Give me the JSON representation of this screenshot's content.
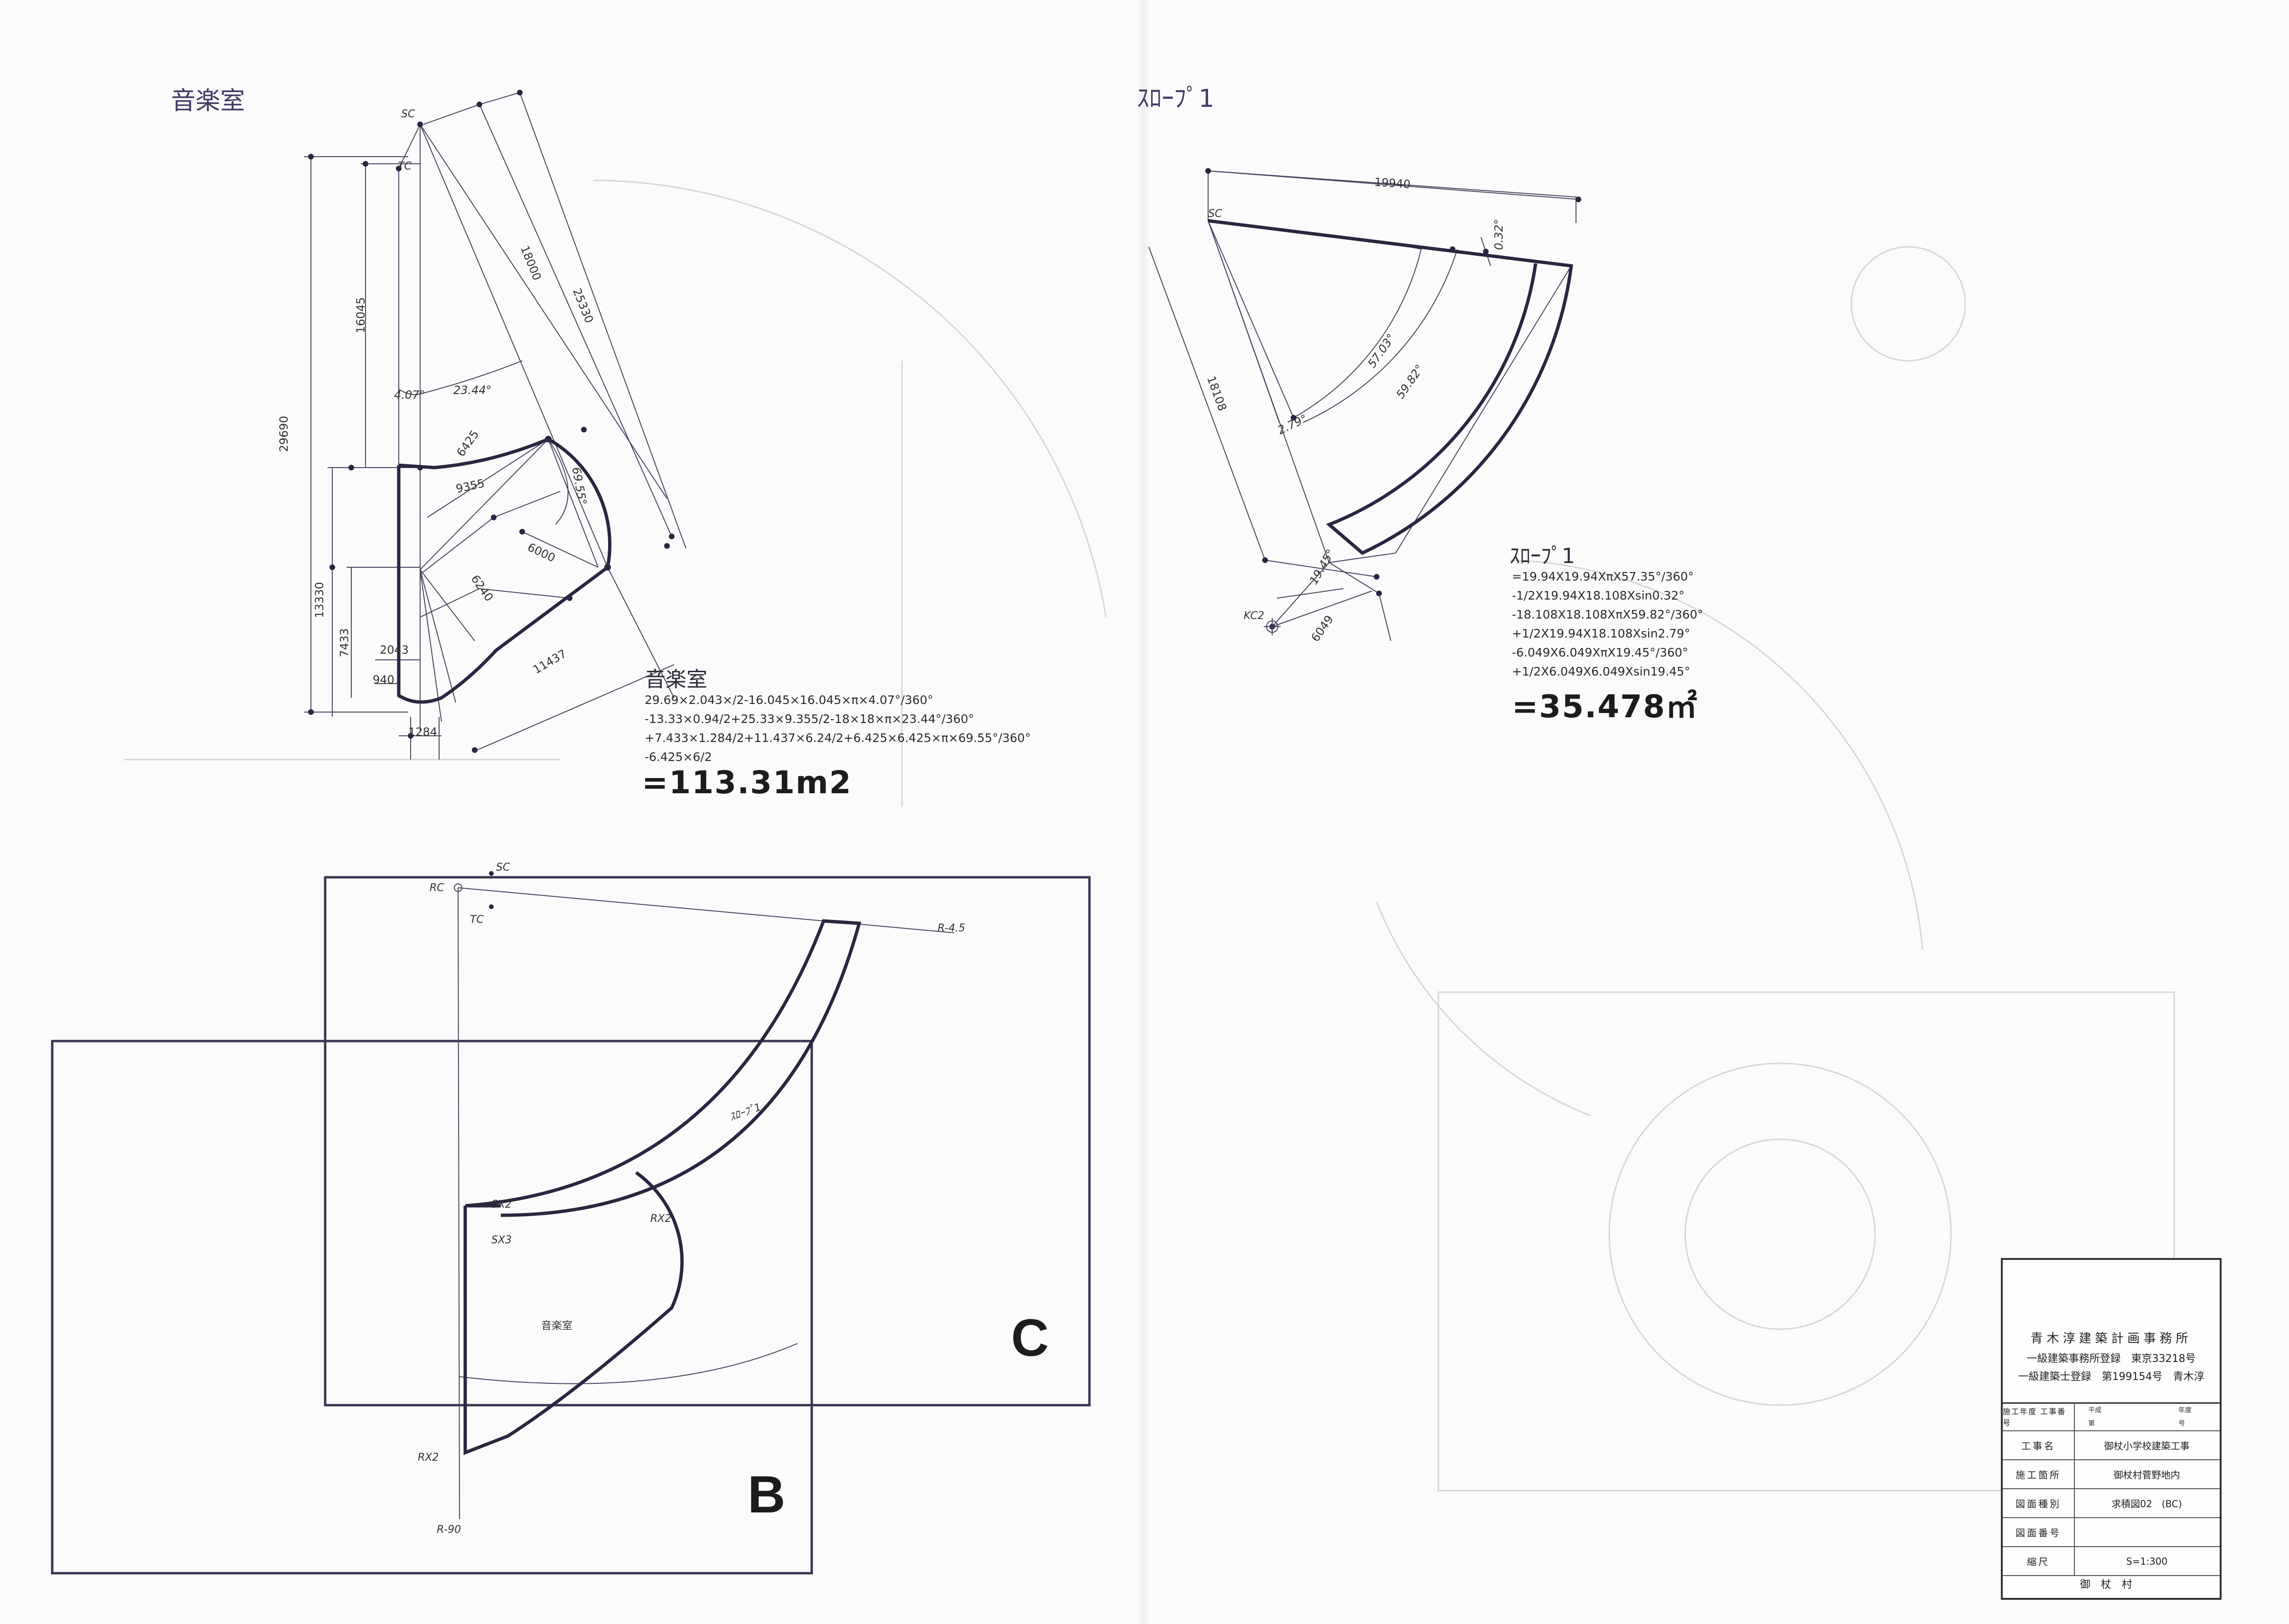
{
  "drawing_labels": {
    "music_room_title": "音楽室",
    "slope_title": "ｽﾛｰﾌﾟ1",
    "music_room_points": {
      "sc": "SC",
      "tc": "TC"
    },
    "music_room_dims": {
      "d29690": "29690",
      "d16045": "16045",
      "d18000": "18000",
      "d25330": "25330",
      "d13330": "13330",
      "d7433": "7433",
      "d2043": "2043",
      "d940": "940",
      "d1284": "1284",
      "d9355": "9355",
      "d6425": "6425",
      "d6000": "6000",
      "d6240": "6240",
      "d11437": "11437",
      "a407": "4.07°",
      "a2344": "23.44°",
      "a6955": "69.55°"
    },
    "slope_points": {
      "sc": "SC",
      "kc2": "KC2"
    },
    "slope_dims": {
      "d19940": "19940",
      "d18108": "18108",
      "d6049": "6049",
      "a032": "0.32°",
      "a5703": "57.03°",
      "a5982": "59.82°",
      "a279": "2.79°",
      "a1945": "19.45°"
    }
  },
  "music_room_calc": {
    "heading": "音楽室",
    "lines": [
      "29.69×2.043×/2-16.045×16.045×π×4.07°/360°",
      "-13.33×0.94/2+25.33×9.355/2-18×18×π×23.44°/360°",
      "+7.433×1.284/2+11.437×6.24/2+6.425×6.425×π×69.55°/360°",
      "-6.425×6/2"
    ],
    "result": "=113.31m2"
  },
  "slope_calc": {
    "heading": "ｽﾛｰﾌﾟ1",
    "lines": [
      "=19.94X19.94XπX57.35°/360°",
      "-1/2X19.94X18.108Xsin0.32°",
      "-18.108X18.108XπX59.82°/360°",
      "+1/2X19.94X18.108Xsin2.79°",
      "-6.049X6.049XπX19.45°/360°",
      "+1/2X6.049X6.049Xsin19.45°"
    ],
    "result": "=35.478㎡"
  },
  "plan_labels": {
    "sc": "SC",
    "rc": "RC",
    "tc": "TC",
    "r45": "R-4.5",
    "slope": "ｽﾛｰﾌﾟ1",
    "sx2": "SX2",
    "sx3": "SX3",
    "rx2_top": "RX2",
    "music_room": "音楽室",
    "rx2_bottom": "RX2",
    "r90": "R-90",
    "zone_c": "C",
    "zone_b": "B"
  },
  "title_block": {
    "office_name": "青木淳建築計画事務所",
    "registration_1": "一級建築事務所登録　東京33218号",
    "registration_2": "一級建築士登録　第199154号　青木淳",
    "rows": [
      {
        "key": "施工年度 工事番号",
        "sub": [
          "平成",
          "年度",
          "第",
          "号"
        ],
        "value": ""
      },
      {
        "key": "工事名",
        "value": "御杖小学校建築工事"
      },
      {
        "key": "施工箇所",
        "value": "御杖村菅野地内"
      },
      {
        "key": "図面種別",
        "value": "求積図02　(BC)"
      },
      {
        "key": "図面番号",
        "value": ""
      },
      {
        "key": "縮尺",
        "value": "S=1:300"
      }
    ],
    "footer": "御杖村"
  },
  "colors": {
    "ink": "#2e2a3a",
    "line": "#3a3450",
    "heavy": "#2b2640",
    "paper": "#fbfbfb"
  }
}
